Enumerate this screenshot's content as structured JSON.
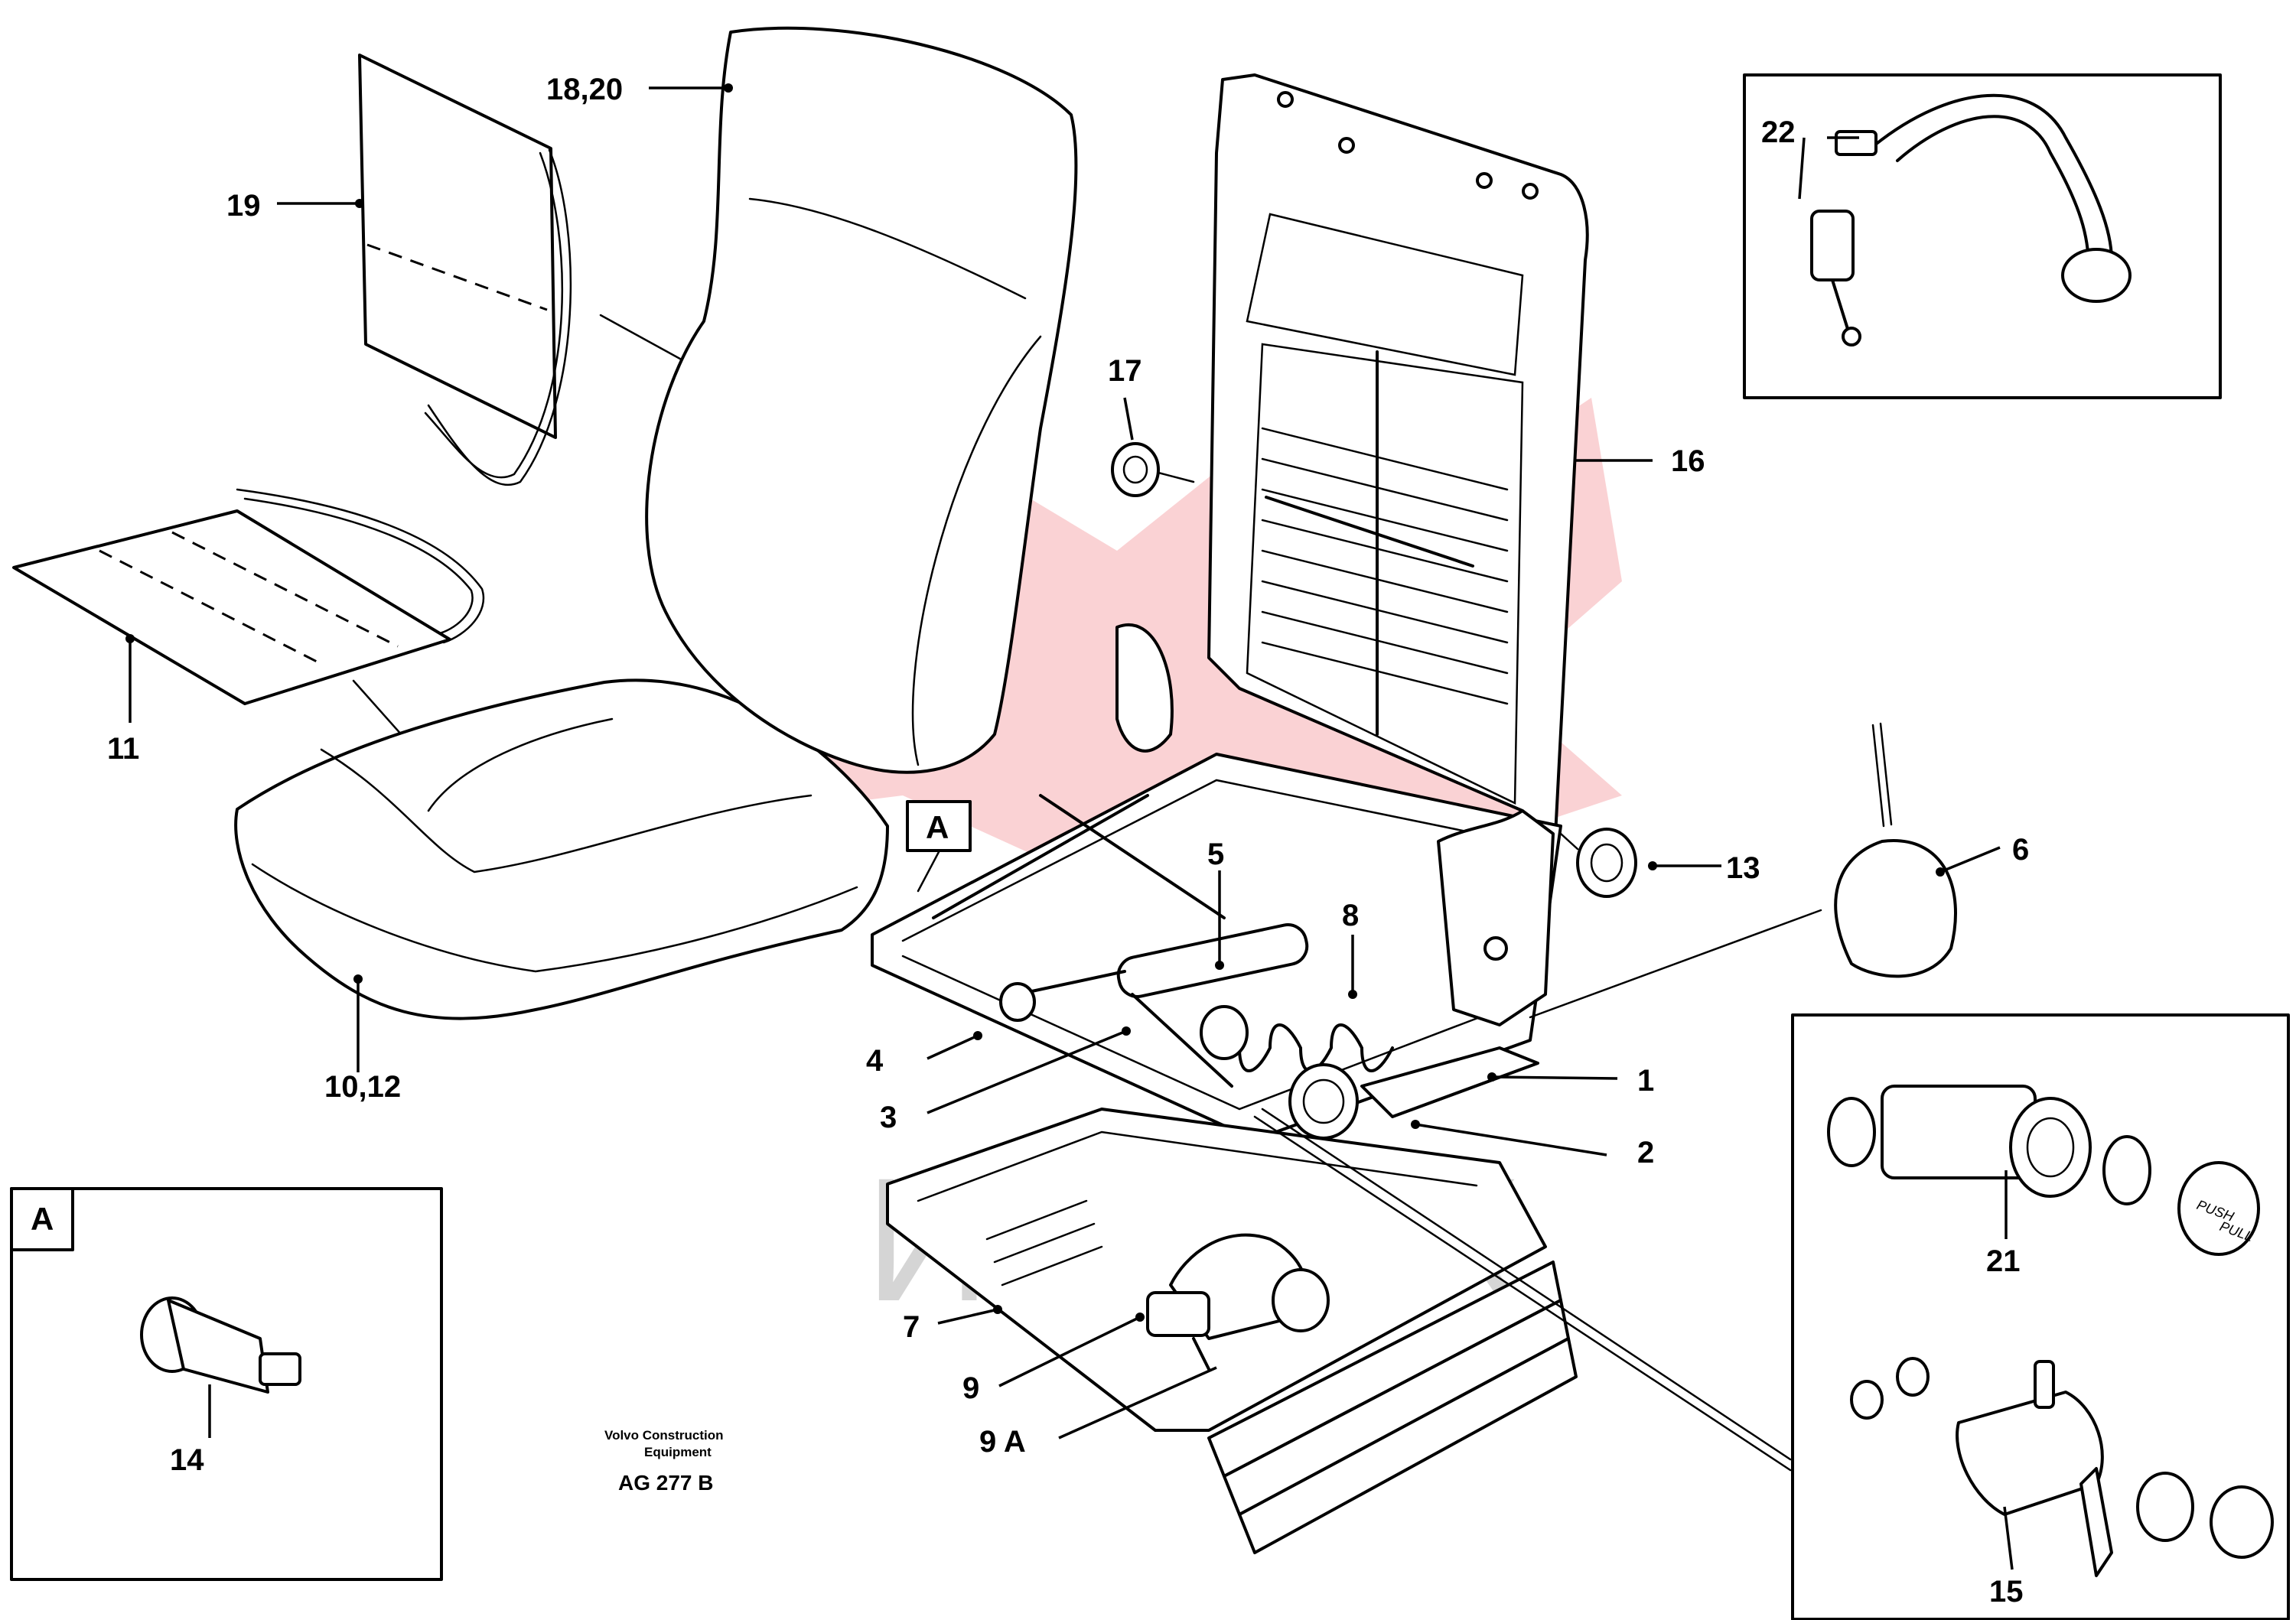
{
  "labels": {
    "l1": "1",
    "l2": "2",
    "l3": "3",
    "l4": "4",
    "l5": "5",
    "l6": "6",
    "l7": "7",
    "l8": "8",
    "l9": "9",
    "l9a": "9 A",
    "l1012": "10,12",
    "l11": "11",
    "l13": "13",
    "l14": "14",
    "l15": "15",
    "l16": "16",
    "l17": "17",
    "l1820": "18,20",
    "l19": "19",
    "l21": "21",
    "l22": "22"
  },
  "detail_marker": "A",
  "inset_marker": "A",
  "knob_text_push": "PUSH",
  "knob_text_pull": "PULL",
  "caption": {
    "line1": "Volvo Construction",
    "line2": "Equipment",
    "code": "AG 277 B"
  },
  "watermark_text": "ИНТЕХ",
  "colors": {
    "line": "#000000",
    "background": "#ffffff",
    "watermark_red": "#e6323a",
    "watermark_gray": "#b4b4b4"
  }
}
